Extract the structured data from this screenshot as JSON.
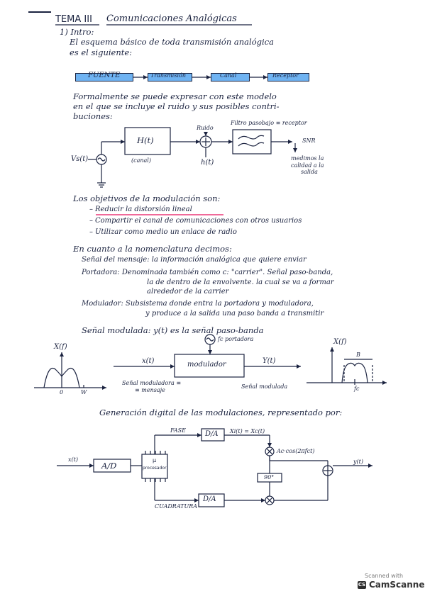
{
  "header": {
    "tema": "TEMA III",
    "title": "Comunicaciones Analógicas",
    "section": "1) Intro:"
  },
  "intro": {
    "line1": "El esquema básico de toda transmisión analógica",
    "line2": "es el siguiente:"
  },
  "chain": {
    "fuente": "FUENTE",
    "transmision": "Transmisión",
    "canal": "Canal",
    "receptor": "Receptor"
  },
  "formal": {
    "line1": "Formalmente se puede expresar con este modelo",
    "line2": "en el que se incluye el ruido y sus posibles contri-",
    "line3": "buciones:"
  },
  "model": {
    "vs": "Vs(t)",
    "ht_box": "H(t)",
    "canal": "(canal)",
    "ruido": "Ruido",
    "filtro": "Filtro pasobajo ≡ receptor",
    "snr": "SNR",
    "hn": "h(t)",
    "medimos1": "medimos la",
    "medimos2": "calidad a la",
    "medimos3": "salida"
  },
  "objetivos": {
    "title": "Los objetivos de la modulación son:",
    "items": [
      "Reducir la distorsión lineal",
      "Compartir el canal de comunicaciones con otros usuarios",
      "Utilizar como medio un enlace de radio"
    ]
  },
  "nomenclatura": {
    "title": "En cuanto a la nomenclatura decimos:",
    "mensaje": "Señal del mensaje: la información analógica que quiere enviar",
    "portadora1": "Portadora: Denominada también como c: \"carrier\". Señal paso-banda,",
    "portadora2": "la de dentro de la envolvente. la cual se va a formar",
    "portadora3": "alrededor de la carrier",
    "modulador1": "Modulador: Subsistema donde entra la portadora y moduladora,",
    "modulador2": "y produce a la salida una paso banda a transmitir",
    "modulada": "Señal modulada: y(t) es la señal paso-banda"
  },
  "mod_diagram": {
    "xf_left": "X(f)",
    "axis0": "0",
    "axisW": "W",
    "xt": "x(t)",
    "senal_mod1": "Señal moduladora ≡",
    "senal_mod2": "≡ mensaje",
    "fc_port": "fc portadora",
    "modulador": "modulador",
    "yt": "Y(t)",
    "senal_modulada": "Señal modulada",
    "xf_right": "X(f)",
    "B": "B",
    "fc": "fc"
  },
  "digital": {
    "title": "Generación digital de las modulaciones, representado por:",
    "xt": "x(t)",
    "ad": "A/D",
    "uproc1": "µ",
    "uproc2": "procesador",
    "fase": "FASE",
    "da_top": "D/A",
    "xi": "Xi(t) = Xc(t)",
    "ac": "Ac·cos(2πfct)",
    "deg90": "90°",
    "cuadratura": "CUADRATURA",
    "da_bot": "D/A",
    "yt": "y(t)"
  },
  "scanner": {
    "scanned": "Scanned with",
    "cs": "CS",
    "name": "CamScanner"
  }
}
